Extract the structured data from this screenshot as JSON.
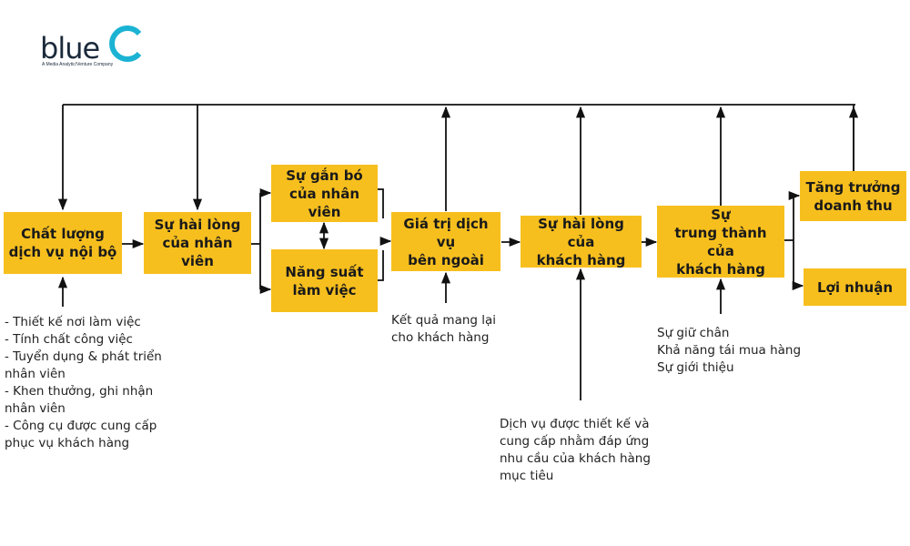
{
  "logo": {
    "word": "blue",
    "mark": "C",
    "tagline": "A Media Analytic/Venture Company",
    "colors": {
      "word": "#1b2a3a",
      "mark": "#1bb3d3"
    }
  },
  "colors": {
    "node_fill": "#f7bf1e",
    "line": "#111111",
    "text": "#1a1a1a"
  },
  "nodes": {
    "internal_quality": "Chất lượng\ndịch vụ nội bộ",
    "employee_satisfaction": "Sự hài lòng\ncủa nhân viên",
    "employee_engagement": "Sự gắn bó\ncủa nhân viên",
    "productivity": "Năng suất\nlàm việc",
    "external_value": "Giá trị dịch vụ\nbên ngoài",
    "customer_satisfaction": "Sự hài lòng của\nkhách hàng",
    "customer_loyalty": "Sự\ntrung thành của\nkhách hàng",
    "revenue_growth": "Tăng trưởng\ndoanh thu",
    "profit": "Lợi nhuận"
  },
  "notes": {
    "internal_quality_items": [
      "- Thiết kế nơi làm việc",
      "- Tính chất công việc",
      "- Tuyển dụng & phát triển",
      "nhân viên",
      "- Khen thưởng, ghi nhận",
      "nhân viên",
      "- Công cụ được cung cấp",
      "phục vụ khách hàng"
    ],
    "external_value_items": [
      "Kết quả mang lại",
      "cho khách hàng"
    ],
    "customer_satisfaction_items": [
      "Dịch vụ được thiết kế và",
      "cung cấp nhằm đáp ứng",
      "nhu cầu của khách hàng",
      "mục tiêu"
    ],
    "customer_loyalty_items": [
      "Sự giữ chân",
      "Khả năng tái mua hàng",
      "Sự giới thiệu"
    ]
  }
}
